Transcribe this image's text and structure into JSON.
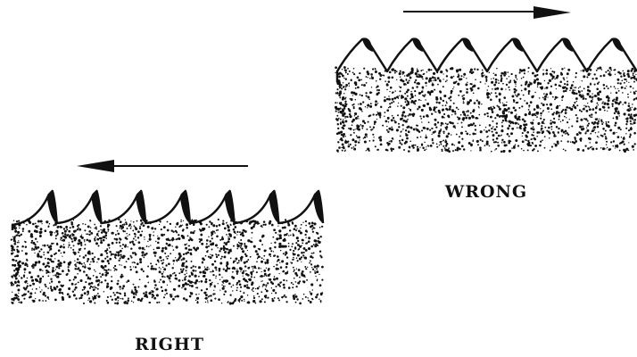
{
  "figures": [
    {
      "id": "right",
      "label": "RIGHT",
      "arrow_direction": "left",
      "teeth_count": 7
    },
    {
      "id": "wrong",
      "label": "WRONG",
      "arrow_direction": "right",
      "teeth_count": 6
    }
  ],
  "colors": {
    "ink": "#111111",
    "background": "#ffffff"
  }
}
